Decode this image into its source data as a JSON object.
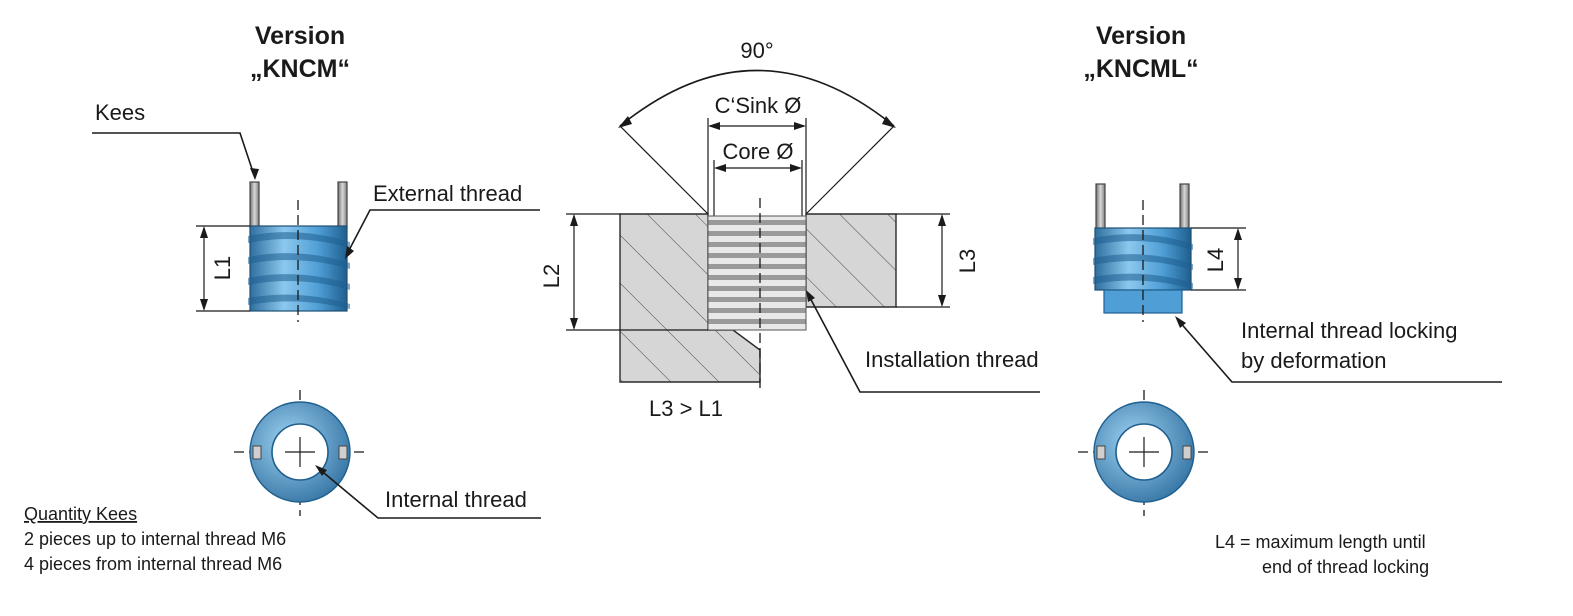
{
  "colors": {
    "insert": "#4f9fd6",
    "insert_dark": "#1f5f8f",
    "body": "#d6d6d6",
    "line": "#1a1a1a"
  },
  "left": {
    "title_line1": "Version",
    "title_line2": "„KNCM“",
    "label_kees": "Kees",
    "label_external_thread": "External thread",
    "label_internal_thread": "Internal thread",
    "dim_l1": "L1",
    "quantity_title": "Quantity Kees",
    "quantity_line1": "2 pieces up to internal thread M6",
    "quantity_line2": "4 pieces from internal thread M6"
  },
  "center": {
    "angle": "90°",
    "csink": "C‘Sink Ø",
    "core": "Core Ø",
    "dim_l2": "L2",
    "dim_l3": "L3",
    "relation": "L3 > L1",
    "label_installation_thread": "Installation thread"
  },
  "right": {
    "title_line1": "Version",
    "title_line2": "„KNCML“",
    "dim_l4": "L4",
    "label_locking_line1": "Internal thread locking",
    "label_locking_line2": "by deformation",
    "note_line1": "L4 = maximum length until",
    "note_line2": "end of thread locking"
  }
}
